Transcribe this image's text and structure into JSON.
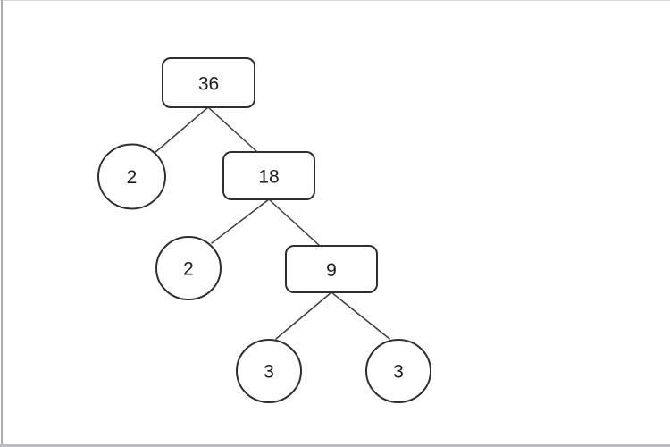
{
  "page": {
    "background": "#ffffff",
    "edge_top_color": "#d9d9dc",
    "edge_left_color": "#a9a9ae",
    "edge_bottom_color": "#bcbcc2"
  },
  "diagram": {
    "kind": "factor-tree",
    "line_color": "#3d3d3d",
    "shape_border_color": "#2e2e2e",
    "shape_fill_color": "#ffffff",
    "text_color": "#1c1c1c",
    "nodes": [
      {
        "id": "36",
        "label": "36",
        "shape": "rounded-rectangle",
        "role": "composite"
      },
      {
        "id": "2a",
        "label": "2",
        "shape": "circle",
        "role": "prime-factor"
      },
      {
        "id": "18",
        "label": "18",
        "shape": "rounded-rectangle",
        "role": "composite"
      },
      {
        "id": "2b",
        "label": "2",
        "shape": "circle",
        "role": "prime-factor"
      },
      {
        "id": "9",
        "label": "9",
        "shape": "rounded-rectangle",
        "role": "composite"
      },
      {
        "id": "3a",
        "label": "3",
        "shape": "circle",
        "role": "prime-factor"
      },
      {
        "id": "3b",
        "label": "3",
        "shape": "circle",
        "role": "prime-factor"
      }
    ],
    "edges": [
      {
        "from": "36",
        "to": "2a"
      },
      {
        "from": "36",
        "to": "18"
      },
      {
        "from": "18",
        "to": "2b"
      },
      {
        "from": "18",
        "to": "9"
      },
      {
        "from": "9",
        "to": "3a"
      },
      {
        "from": "9",
        "to": "3b"
      }
    ]
  }
}
